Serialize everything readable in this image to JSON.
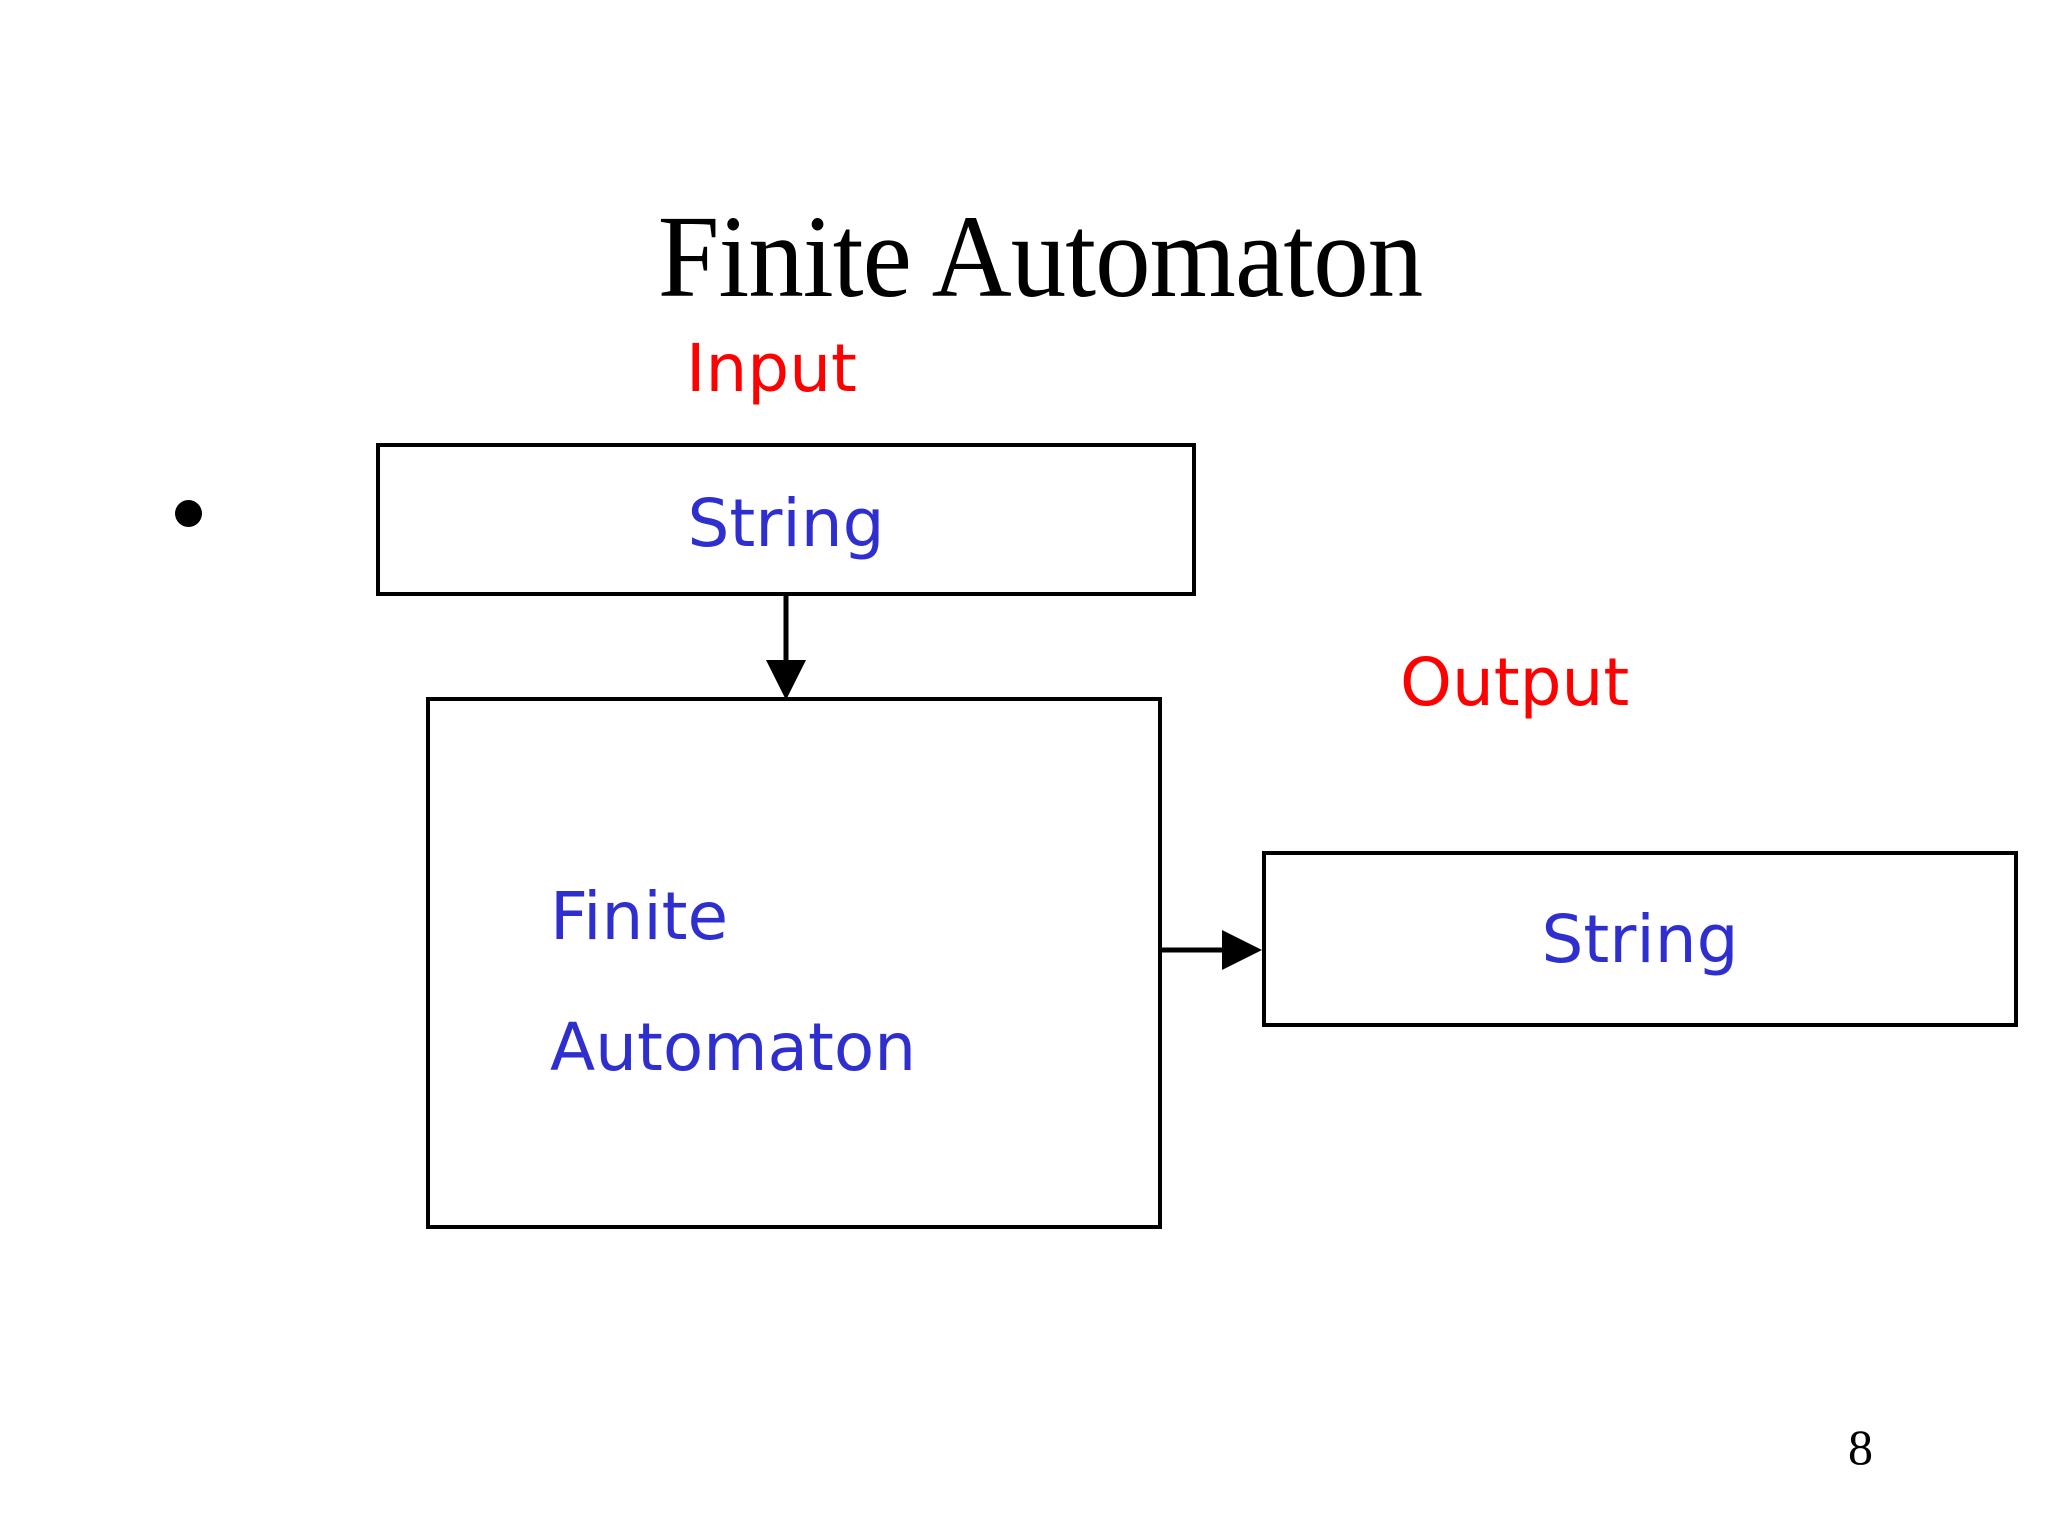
{
  "slide": {
    "title": "Finite Automaton",
    "page_number": "8",
    "background_color": "#ffffff"
  },
  "colors": {
    "title_text": "#000000",
    "label_red": "#ff0000",
    "box_text_blue": "#2f2fd0",
    "box_border": "#000000",
    "arrow": "#000000"
  },
  "bullet": {
    "marker": "•"
  },
  "labels": {
    "input": "Input",
    "output": "Output"
  },
  "boxes": {
    "input_box": {
      "text": "String"
    },
    "automaton_box": {
      "line1": "Finite",
      "line2": "Automaton"
    },
    "output_box": {
      "text": "String"
    }
  },
  "connectors": [
    {
      "name": "input-to-automaton",
      "direction": "down",
      "from": "input_box",
      "to": "automaton_box"
    },
    {
      "name": "automaton-to-output",
      "direction": "right",
      "from": "automaton_box",
      "to": "output_box"
    }
  ],
  "diagram_data": {
    "type": "flow",
    "nodes": [
      {
        "id": "input_box",
        "label": "String",
        "role": "input"
      },
      {
        "id": "automaton_box",
        "label": "Finite Automaton",
        "role": "process"
      },
      {
        "id": "output_box",
        "label": "String",
        "role": "output"
      }
    ],
    "edges": [
      {
        "from": "input_box",
        "to": "automaton_box",
        "label": "Input"
      },
      {
        "from": "automaton_box",
        "to": "output_box",
        "label": "Output"
      }
    ]
  }
}
